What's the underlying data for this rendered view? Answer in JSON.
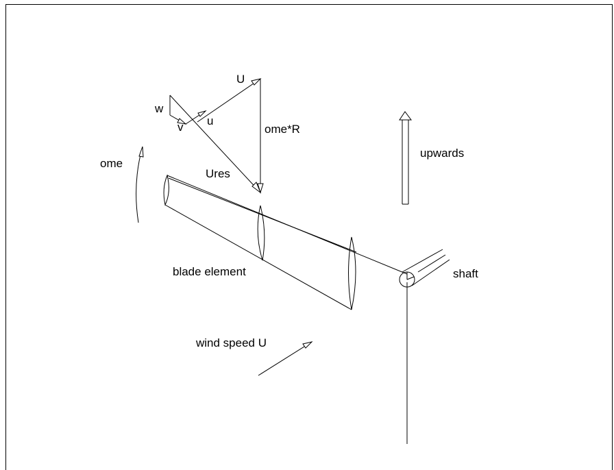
{
  "labels": {
    "U": "U",
    "w": "w",
    "v": "v",
    "u": "u",
    "ome_r": "ome*R",
    "ome": "ome",
    "ures": "Ures",
    "upwards": "upwards",
    "blade_element": "blade element",
    "shaft": "shaft",
    "wind_speed": "wind speed U"
  }
}
